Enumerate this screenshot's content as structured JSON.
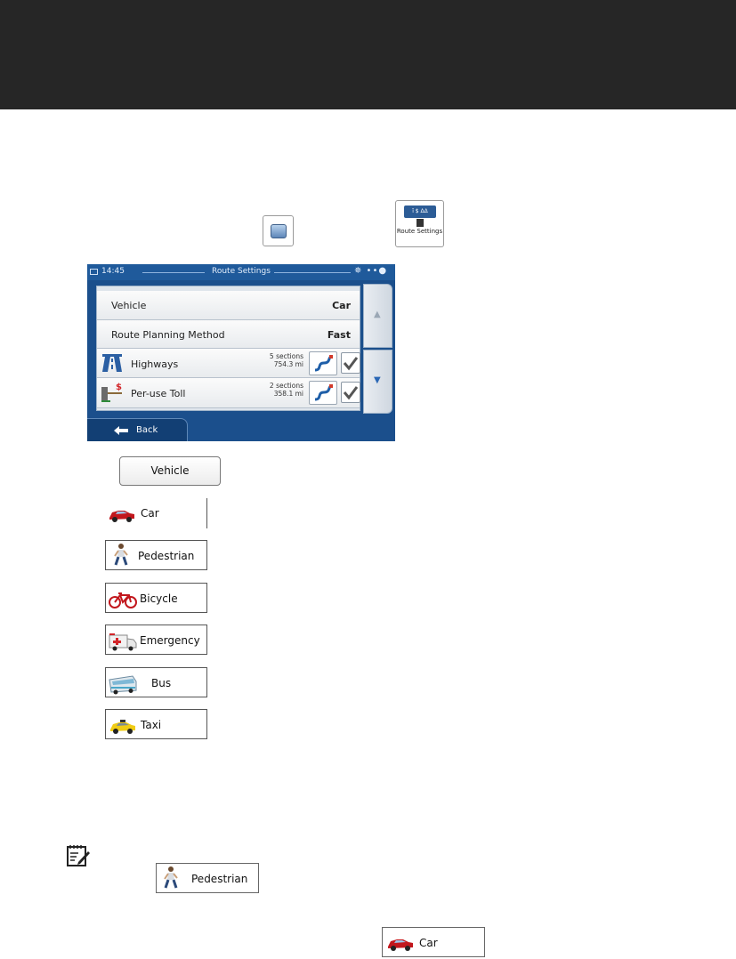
{
  "route_settings_icon": {
    "label": "Route Settings",
    "sign_text": "ī $ ΔΔ"
  },
  "screen": {
    "status": {
      "time": "14:45",
      "title": "Route Settings",
      "signal": "✵ ••●"
    },
    "rows": [
      {
        "label": "Vehicle",
        "value": "Car"
      },
      {
        "label": "Route Planning Method",
        "value": "Fast"
      },
      {
        "label": "Highways",
        "sections": "5 sections",
        "distance": "754.3 mi",
        "icon": "highway-icon",
        "checked": true
      },
      {
        "label": "Per-use Toll",
        "sections": "2 sections",
        "distance": "358.1 mi",
        "icon": "toll-icon",
        "checked": true
      }
    ],
    "scroll_up": "▲",
    "scroll_down": "▼",
    "back_arrow": "🡸",
    "back_label": "Back"
  },
  "vehicle_button": "Vehicle",
  "vehicles": [
    {
      "label": "Car",
      "icon": "car-icon"
    },
    {
      "label": "Pedestrian",
      "icon": "pedestrian-icon"
    },
    {
      "label": "Bicycle",
      "icon": "bicycle-icon"
    },
    {
      "label": "Emergency",
      "icon": "ambulance-icon"
    },
    {
      "label": "Bus",
      "icon": "bus-icon"
    },
    {
      "label": "Taxi",
      "icon": "taxi-icon"
    }
  ],
  "note": {
    "pedestrian_button": "Pedestrian",
    "car_button": "Car"
  },
  "colors": {
    "banner": "#262626",
    "screen_blue": "#1b4f8c",
    "accent_blue": "#2a67b5"
  }
}
